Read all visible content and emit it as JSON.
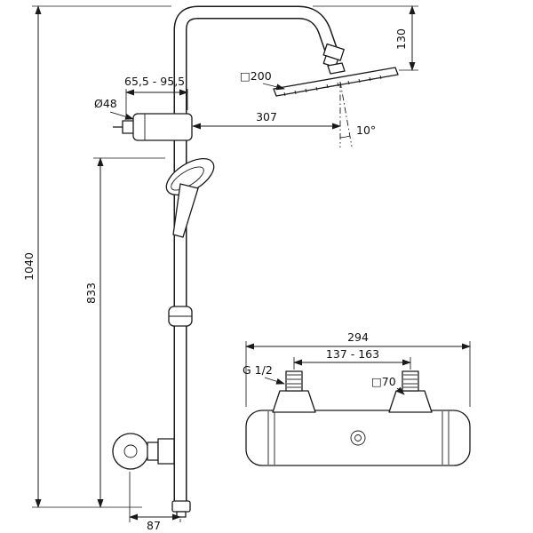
{
  "dims": {
    "total_height": "1040",
    "rail_height": "833",
    "bracket_range": "65,5 - 95,5",
    "bracket_diameter": "Ø48",
    "horizontal_reach": "307",
    "head_tilt_angle": "10°",
    "head_height_offset": "130",
    "head_size": "□200",
    "wall_to_pipe": "87",
    "mixer_width": "294",
    "inlet_spacing": "137 - 163",
    "inlet_thread": "G 1/2",
    "escutcheon_size": "□70"
  }
}
